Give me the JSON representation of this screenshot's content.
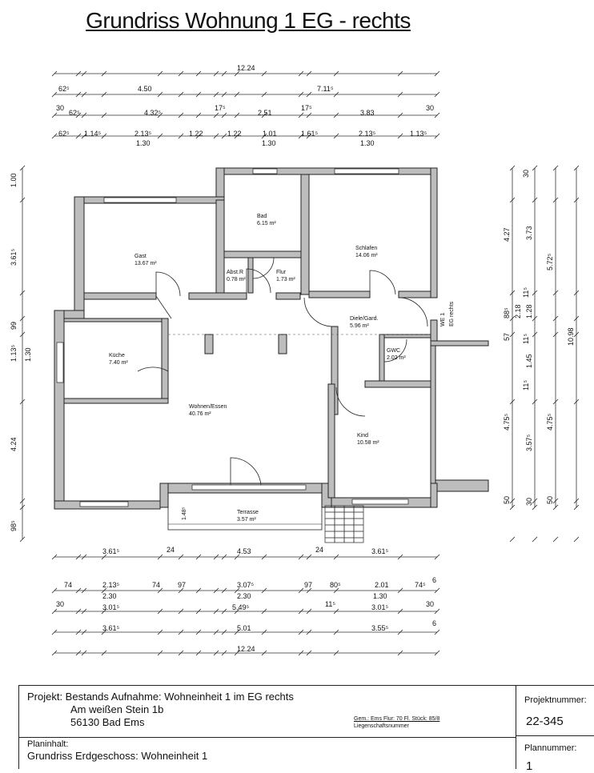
{
  "title": "Grundriss Wohnung 1  EG - rechts",
  "rooms": {
    "bad": {
      "name": "Bad",
      "area": "6.15 m²"
    },
    "schlafen": {
      "name": "Schlafen",
      "area": "14.06 m²"
    },
    "gast": {
      "name": "Gast",
      "area": "13.67 m²"
    },
    "abst": {
      "name": "Abst.R",
      "area": "0.78 m²"
    },
    "flur": {
      "name": "Flur",
      "area": "1.73 m²"
    },
    "diele": {
      "name": "Diele/Gard.",
      "area": "5.96 m²"
    },
    "kueche": {
      "name": "Küche",
      "area": "7.40 m²"
    },
    "gwc": {
      "name": "GWC",
      "area": "2.02 m²"
    },
    "wohnen": {
      "name": "Wohnen/Essen",
      "area": "40.76 m²"
    },
    "kind": {
      "name": "Kind",
      "area": "10.58 m²"
    },
    "terrasse": {
      "name": "Terrasse",
      "area": "3.57 m²"
    }
  },
  "entrance_label": [
    "WE 1",
    "EG rechts"
  ],
  "dims_top": {
    "row1": [
      "12.24"
    ],
    "row2": [
      "62⁵",
      "4.50",
      "7.11⁵"
    ],
    "row3": [
      "30",
      "62⁵",
      "4.32⁵",
      "17⁵",
      "2.51",
      "17⁵",
      "3.83",
      "30"
    ],
    "row4": [
      "62⁵",
      "1.14⁵",
      "2.13⁵",
      "1.22",
      "1.22",
      "1.01",
      "1.61⁵",
      "2.13⁵",
      "1.13⁵"
    ],
    "row4b": [
      "1.30",
      "1.30",
      "1.30"
    ]
  },
  "dims_bottom": {
    "row1": [
      "3.61⁵",
      "24",
      "4.53",
      "24",
      "3.61⁵"
    ],
    "row2": [
      "74",
      "2.13⁵",
      "74",
      "97",
      "3.07⁵",
      "97",
      "80⁵",
      "2.01",
      "74⁵",
      "6"
    ],
    "row2b": [
      "2.30",
      "2.30",
      "1.30"
    ],
    "row3": [
      "30",
      "3.01⁵",
      "5.49⁵",
      "11⁵",
      "3.01⁵",
      "30"
    ],
    "row4": [
      "3.61⁵",
      "5.01",
      "3.55⁵",
      "6"
    ],
    "row5": [
      "12.24"
    ]
  },
  "dims_left": [
    "1.00",
    "3.61⁵",
    "99",
    "1.13⁵",
    "1.30",
    "4.24",
    "98⁵"
  ],
  "dims_right": {
    "col1": [
      "30",
      "4.27",
      "11⁵",
      "88⁵",
      "57",
      "11⁵",
      "11⁵",
      "4.75⁵",
      "50"
    ],
    "col2": [
      "3.73",
      "2.18",
      "1.28",
      "1.45",
      "3.57⁵",
      "30"
    ],
    "col3": [
      "5.72⁵",
      "4.75⁵",
      "50"
    ],
    "col4": [
      "10.98"
    ]
  },
  "terrace_dim": "1.48⁵",
  "titleblock": {
    "project_line1": "Projekt:  Bestands Aufnahme: Wohneinheit 1  im EG rechts",
    "project_line2": "Am weißen Stein 1b",
    "project_line3": "56130 Bad Ems",
    "cadastre": "Gem.: Ems   Flur: 70    Fl. Stück:  85/8",
    "cadastre_sub": "Liegenschaftsnummer",
    "plan_label": "Planinhalt:",
    "plan_content": "Grundriss Erdgeschoss: Wohneinheit 1",
    "project_number_label": "Projektnummer:",
    "project_number": "22-345",
    "plan_number_label": "Plannummer:",
    "plan_number": "1"
  }
}
